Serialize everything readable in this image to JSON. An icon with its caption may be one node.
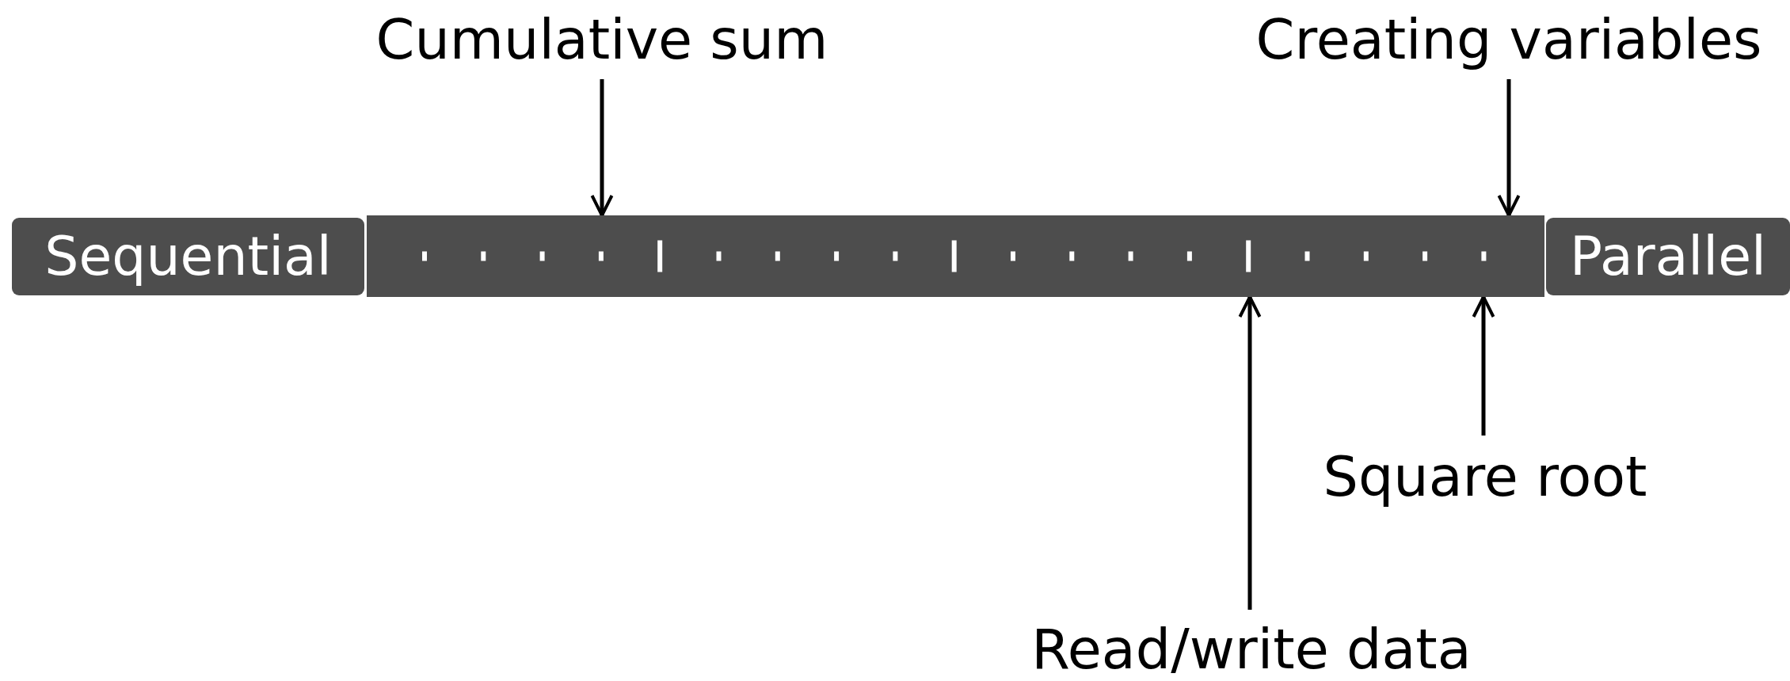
{
  "diagram": {
    "nodes": [
      {
        "text": [
          "Cumulative sum"
        ]
      },
      {
        "text": [
          "Creating variables"
        ]
      },
      {
        "text": [
          "Sequential"
        ]
      },
      {
        "text": [],
        "shape": "bar"
      },
      {
        "text": [
          "Parallel"
        ]
      },
      {
        "text": [
          "Square root"
        ]
      },
      {
        "text": [
          "Read/write data"
        ]
      }
    ],
    "edges": [
      {
        "from": 0,
        "to": 3,
        "arrow": "to"
      },
      {
        "from": 1,
        "to": 3,
        "arrow": "to"
      },
      {
        "from": 5,
        "to": 3,
        "arrow": "to"
      },
      {
        "from": 6,
        "to": 3,
        "arrow": "to"
      }
    ]
  }
}
